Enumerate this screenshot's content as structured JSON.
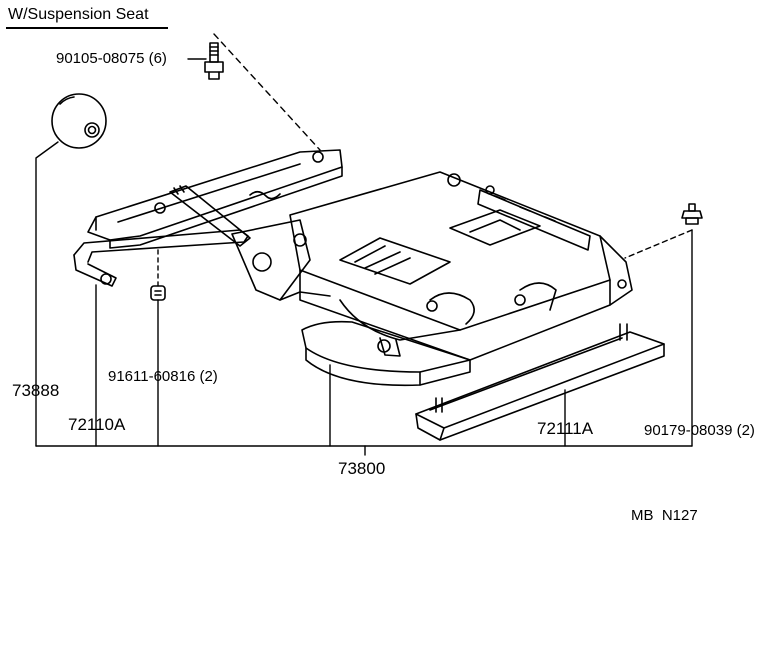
{
  "title": "W/Suspension Seat",
  "labels": {
    "bolt_top": "90105-08075 (6)",
    "knob": "73888",
    "lever": "72110A",
    "washer": "91611-60816 (2)",
    "assembly": "73800",
    "rail_right": "72111A",
    "bolt_right": "90179-08039 (2)",
    "code": "MB  N127"
  },
  "colors": {
    "ink": "#000000",
    "paper": "#ffffff"
  }
}
